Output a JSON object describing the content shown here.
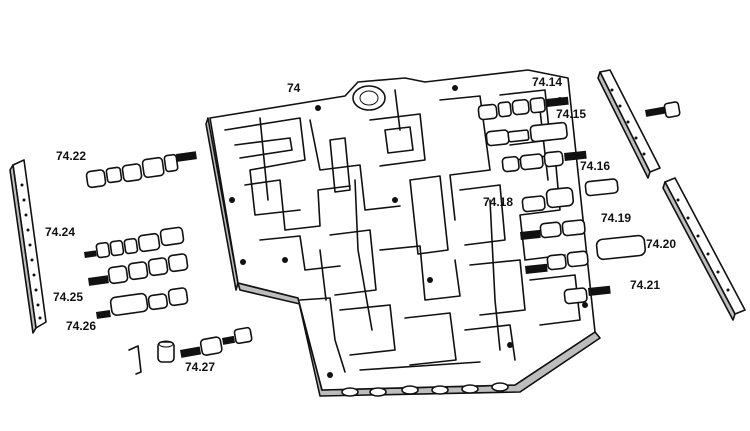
{
  "labels": {
    "l74": "74",
    "l7414": "74.14",
    "l7415": "74.15",
    "l7416": "74.16",
    "l7418": "74.18",
    "l7419": "74.19",
    "l7420": "74.20",
    "l7421": "74.21",
    "l7422": "74.22",
    "l7424": "74.24",
    "l7425": "74.25",
    "l7426": "74.26",
    "l7427": "74.27"
  }
}
